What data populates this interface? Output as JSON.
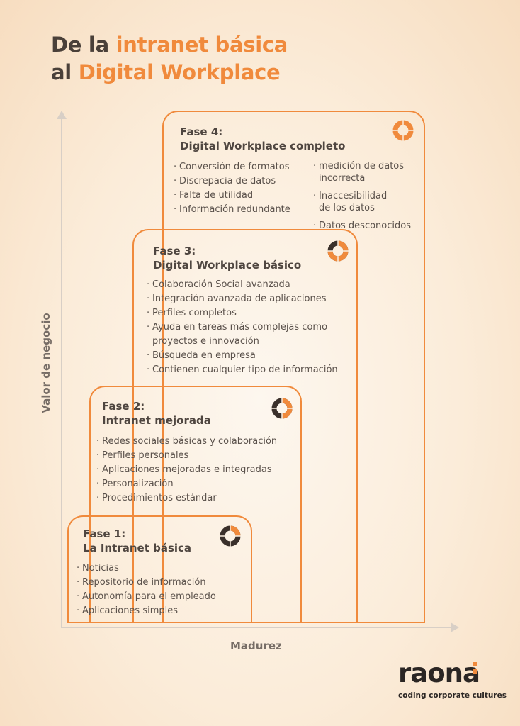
{
  "title": {
    "line1_dark": "De la ",
    "line1_accent": "intranet básica",
    "line2_dark": "al ",
    "line2_accent": "Digital Workplace"
  },
  "axes": {
    "y_label": "Valor de negocio",
    "x_label": "Madurez"
  },
  "colors": {
    "accent": "#f08a3c",
    "dark": "#4a4039",
    "ring_dark": "#3a302b"
  },
  "phases": [
    {
      "title_line1": "Fase 1:",
      "title_line2": "La Intranet básica",
      "ring_fraction": 0.25,
      "items": [
        "Noticias",
        "Repositorio de información",
        "Autonomía para el empleado",
        "Aplicaciones simples"
      ]
    },
    {
      "title_line1": "Fase 2:",
      "title_line2": "Intranet mejorada",
      "ring_fraction": 0.5,
      "items": [
        "Redes sociales básicas y colaboración",
        "Perfiles personales",
        "Aplicaciones mejoradas e integradas",
        "Personalización",
        "Procedimientos estándar"
      ]
    },
    {
      "title_line1": "Fase 3:",
      "title_line2": "Digital Workplace básico",
      "ring_fraction": 0.75,
      "items": [
        "Colaboración Social avanzada",
        "Integración avanzada de aplicaciones",
        "Perfiles completos",
        "Ayuda en tareas más complejas como",
        "proyectos e innovación",
        "Búsqueda en empresa",
        "Contienen cualquier tipo de información"
      ]
    },
    {
      "title_line1": "Fase 4:",
      "title_line2": "Digital Workplace completo",
      "ring_fraction": 1.0,
      "items_left": [
        "Conversión de formatos",
        "Discrepacia de datos",
        "Falta de utilidad",
        "Información redundante"
      ],
      "items_right": [
        "medición de datos",
        "incorrecta",
        "Inaccesibilidad",
        "de los datos",
        "Datos desconocidos"
      ]
    }
  ],
  "logo": {
    "word": "raona",
    "tagline": "coding corporate cultures"
  }
}
